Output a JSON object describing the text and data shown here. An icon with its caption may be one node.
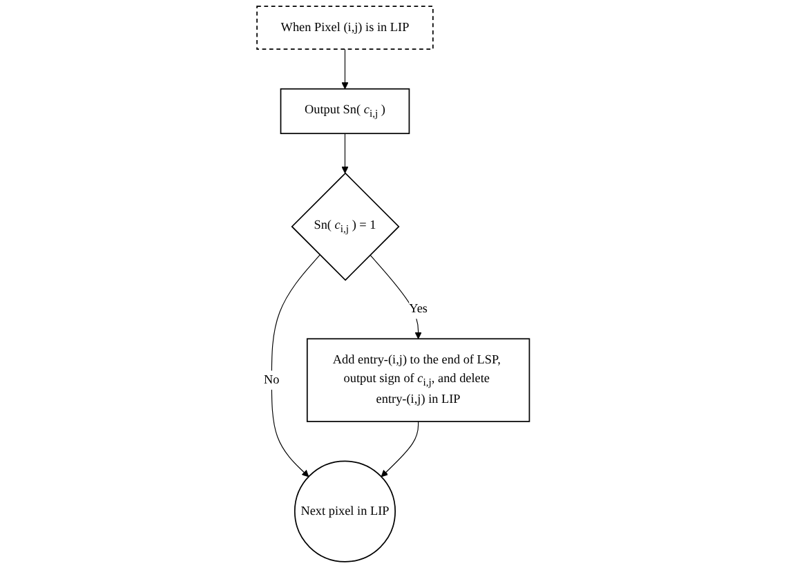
{
  "diagram": {
    "nodes": [
      {
        "text": [
          "When Pixel (i,j) is in LIP"
        ]
      },
      {
        "text": [
          "Output Sn( *c*$_{i,j}$ )"
        ]
      },
      {
        "text": [
          "Sn( *c*$_{i,j}$ ) = 1"
        ]
      },
      {
        "text": [
          "Add entry-(i,j) to the end of LSP, output sign of *c*$_{i,j}$, and delete entry-(i,j) in LIP"
        ]
      },
      {
        "text": [
          "Next pixel in LIP"
        ]
      }
    ],
    "edges": [
      {
        "from": 0,
        "to": 1,
        "arrow": "to"
      },
      {
        "from": 1,
        "to": 2,
        "arrow": "to"
      },
      {
        "from": 2,
        "to": 4,
        "arrow": "to",
        "label": "No"
      },
      {
        "from": 2,
        "to": 3,
        "arrow": "to",
        "label": "Yes"
      },
      {
        "from": 3,
        "to": 4,
        "arrow": "to"
      }
    ]
  }
}
